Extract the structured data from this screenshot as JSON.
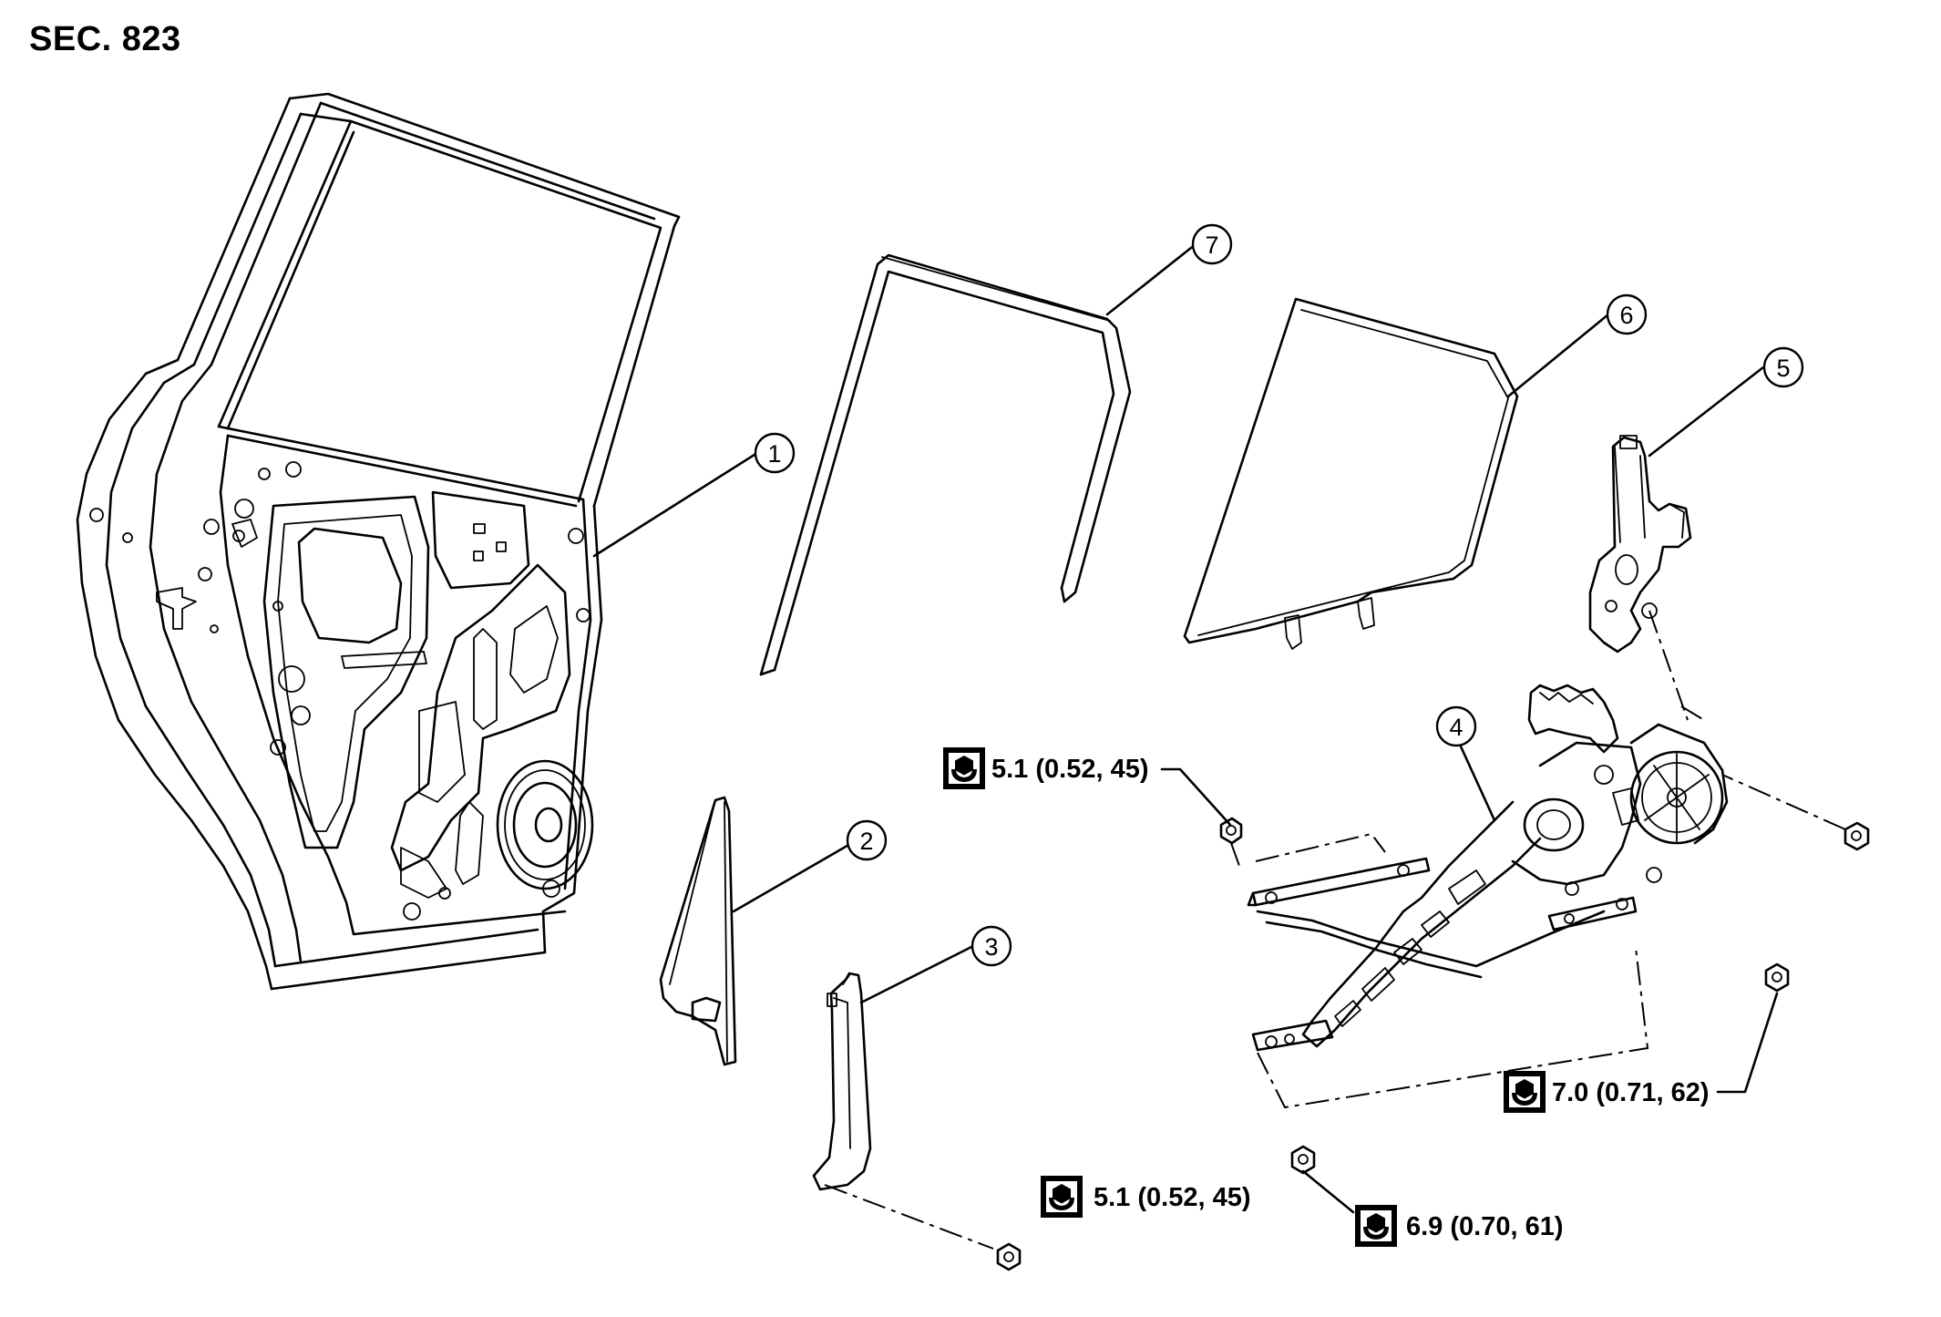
{
  "section": "SEC. 823",
  "callouts": [
    "1",
    "2",
    "3",
    "4",
    "5",
    "6",
    "7"
  ],
  "torques": [
    "5.1 (0.52, 45)",
    "5.1 (0.52, 45)",
    "7.0 (0.71, 62)",
    "6.9 (0.70, 61)"
  ],
  "icons": {
    "torque": "torque-wrench-icon"
  }
}
